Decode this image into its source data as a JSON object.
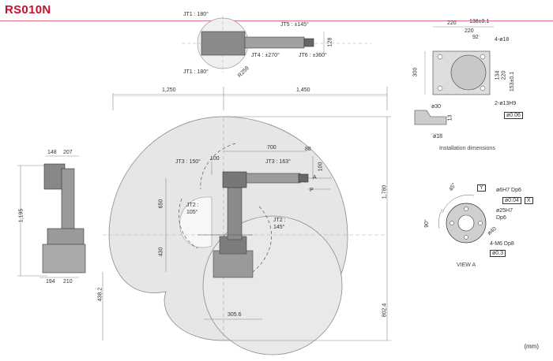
{
  "title": "RS010N",
  "unit": "(mm)",
  "top_view": {
    "jt1_a": "JT1 : 180°",
    "jt1_b": "JT1 : 180°",
    "jt5": "JT5 : ±145°",
    "jt4": "JT4 : ±270°",
    "jt6": "JT6 : ±360°",
    "dim_128": "128",
    "dim_r": "R259"
  },
  "side_view": {
    "dim_148": "148",
    "dim_207": "207",
    "dim_1195": "1,195",
    "dim_194": "194",
    "dim_210": "210"
  },
  "main": {
    "dim_1250": "1,250",
    "dim_1450": "1,450",
    "dim_700": "700",
    "dim_88": "88",
    "dim_100a": "100",
    "dim_100b": "100",
    "dim_650": "650",
    "dim_430": "430",
    "dim_4382": "438.2",
    "dim_3056": "305.6",
    "dim_1780": "1,780",
    "dim_8024": "802.4",
    "jt3_a": "JT3 : 150°",
    "jt3_b": "JT3 : 163°",
    "jt2_a": "JT2 :",
    "jt2_a2": "105°",
    "jt2_b": "JT2 :",
    "jt2_b2": "145°",
    "label_a": "A",
    "label_p": "P"
  },
  "install": {
    "dim_220a": "220",
    "dim_138": "138±0.1",
    "dim_220b": "220",
    "dim_92": "92",
    "hole": "4-ø18",
    "dim_300": "300",
    "dim_134": "134",
    "dim_220c": "220",
    "dim_153": "153±0.1",
    "pin": "2-ø13H9",
    "tol": "ø0.06",
    "dim_30": "ø30",
    "dim_13": "13",
    "dim_18": "ø18",
    "caption": "Installation dimensions"
  },
  "flange": {
    "angle45": "45°",
    "angle90": "90°",
    "d6": "ø6H7 Dp6",
    "tol1": "ø0.04",
    "d25": "ø25H7",
    "dp6": "Dp6",
    "d40": "ø40",
    "m6": "4-M6 Dp8",
    "tol2": "ø0.3",
    "x": "X",
    "y": "Y",
    "caption": "VIEW A"
  }
}
